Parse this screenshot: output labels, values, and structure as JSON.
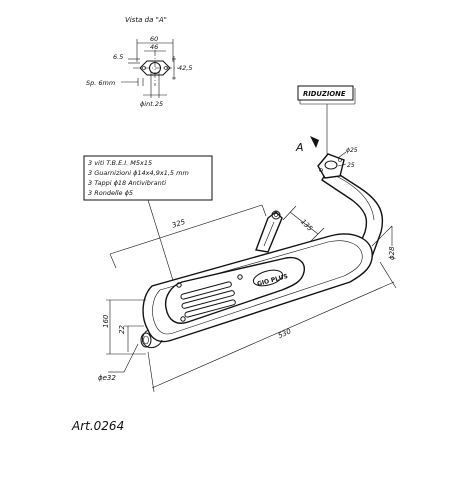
{
  "view_a": {
    "title": "Vista da \"A\"",
    "dim_60": "60",
    "dim_46": "46",
    "dim_6_5": "6.5",
    "dim_42_5": "42,5",
    "sp": "Sp. 6mm",
    "int": "ϕint.25"
  },
  "reduction_label": "RIDUZIONE",
  "view_marker": "A",
  "notes": [
    "3 viti T.B.E.I. M5x15",
    "3 Guarnizioni ϕ14x4,9x1,5 mm",
    "3 Tappi ϕ18 Antivibranti",
    "3 Rondelle ϕ5"
  ],
  "dimensions": {
    "d325": "325",
    "d135": "135",
    "d160": "160",
    "d22": "22",
    "d530": "530",
    "d32": "ϕe32",
    "d28": "ϕ28",
    "d25a": "ϕ25",
    "d25b": "25"
  },
  "brand_label": "GIO PLUS",
  "article": "Art.0264",
  "colors": {
    "line": "#111111",
    "background": "#ffffff"
  }
}
